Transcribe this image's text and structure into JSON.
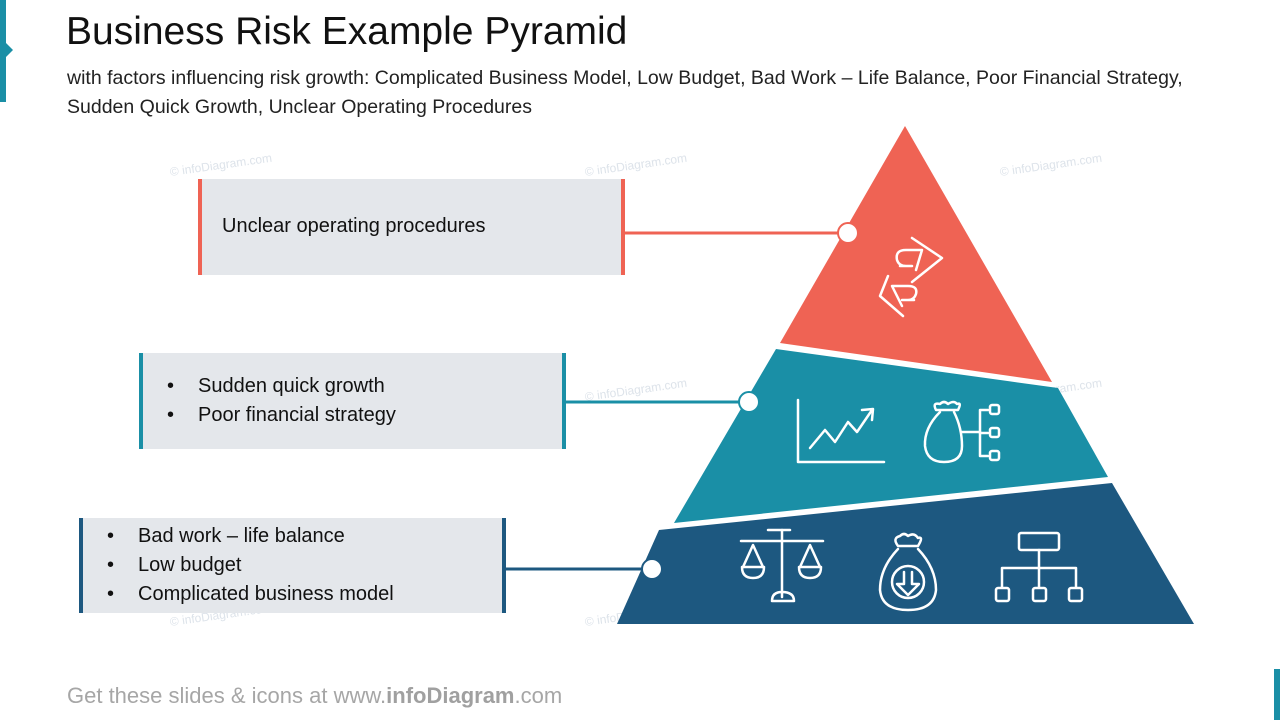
{
  "header": {
    "title": "Business Risk Example Pyramid",
    "subtitle": "with factors influencing risk growth: Complicated Business Model, Low Budget, Bad Work – Life Balance, Poor Financial Strategy, Sudden Quick Growth, Unclear Operating Procedures"
  },
  "colors": {
    "accent": "#1a8fa6",
    "level_top": "#ef6354",
    "level_middle": "#1a8fa6",
    "level_bottom": "#1d5880",
    "box_bg": "#e4e7eb"
  },
  "pyramid": {
    "levels": [
      {
        "id": "top",
        "items": [
          "Unclear operating procedures"
        ],
        "icons": [
          "swap-arrows-icon"
        ]
      },
      {
        "id": "middle",
        "items": [
          "Sudden quick growth",
          "Poor financial strategy"
        ],
        "icons": [
          "growth-chart-icon",
          "money-bag-hierarchy-icon"
        ]
      },
      {
        "id": "bottom",
        "items": [
          "Bad work – life balance",
          "Low budget",
          "Complicated business model"
        ],
        "icons": [
          "balance-scale-icon",
          "money-bag-down-icon",
          "org-chart-icon"
        ]
      }
    ]
  },
  "watermark": "© infoDiagram.com",
  "footer": {
    "prefix": "Get these slides & icons at www.",
    "brand": "infoDiagram",
    "suffix": ".com"
  }
}
